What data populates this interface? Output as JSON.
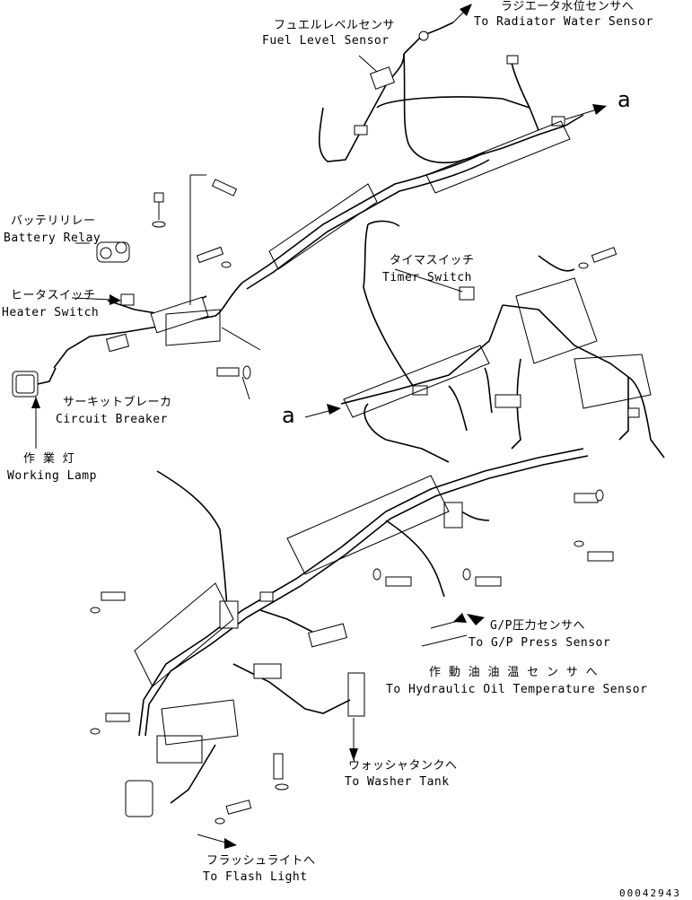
{
  "labels": {
    "radiator_jp": "ラジエータ水位センサへ",
    "radiator_en": "To Radiator Water Sensor",
    "fuel_jp": "フュエルレベルセンサ",
    "fuel_en": "Fuel Level Sensor",
    "marker_a_top": "a",
    "battery_jp": "バッテリリレー",
    "battery_en": "Battery Relay",
    "timer_jp": "タイマスイッチ",
    "timer_en": "Timer Switch",
    "heater_jp": "ヒータスイッチ",
    "heater_en": "Heater Switch",
    "breaker_jp": "サーキットブレーカ",
    "breaker_en": "Circuit Breaker",
    "marker_a_mid": "a",
    "lamp_jp": "作 業 灯",
    "lamp_en": "Working Lamp",
    "gp_jp": "G/P圧力センサへ",
    "gp_en": "To G/P Press Sensor",
    "hyd_jp": "作 動 油 油 温 セ ン サ へ",
    "hyd_en": "To Hydraulic Oil Temperature Sensor",
    "washer_jp": "ウォッシャタンクへ",
    "washer_en": "To Washer Tank",
    "flash_jp": "フラッシュライトへ",
    "flash_en": "To Flash Light",
    "drawing_no": "00042943"
  }
}
